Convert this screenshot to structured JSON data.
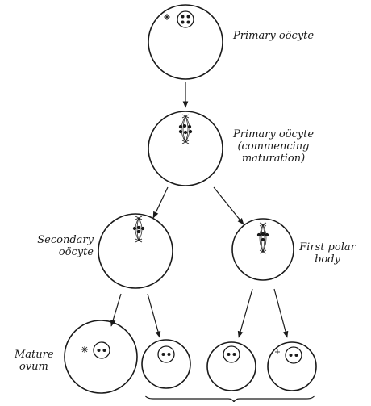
{
  "labels": {
    "primary_oocyte": "Primary oöcyte",
    "primary_oocyte_commencing_line1": "Primary oöcyte",
    "primary_oocyte_commencing_line2": "(commencing",
    "primary_oocyte_commencing_line3": "maturation)",
    "secondary_oocyte_line1": "Secondary",
    "secondary_oocyte_line2": "oöcyte",
    "first_polar_body_line1": "First polar",
    "first_polar_body_line2": "body",
    "mature_ovum_line1": "Mature",
    "mature_ovum_line2": "ovum"
  },
  "colors": {
    "ink": "#1a1a1a"
  }
}
